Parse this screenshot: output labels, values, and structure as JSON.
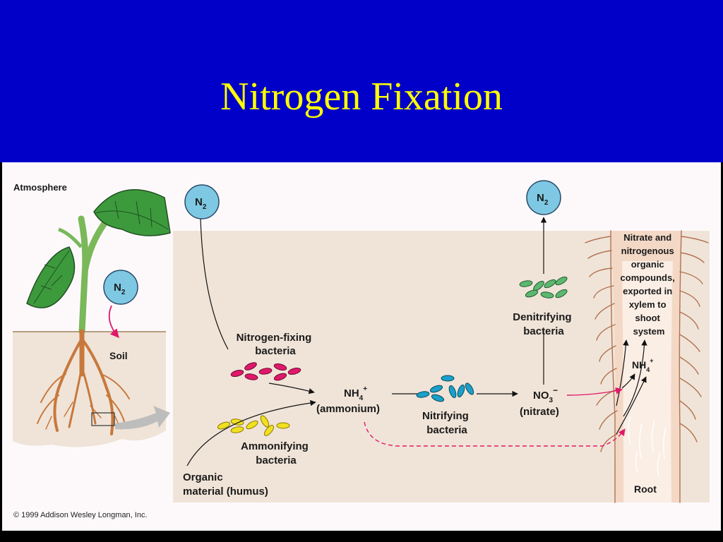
{
  "slide": {
    "title": "Nitrogen Fixation"
  },
  "figure": {
    "atmosphere_label": "Atmosphere",
    "soil_label": "Soil",
    "root_label": "Root",
    "n2_symbol": "N",
    "n2_subscript": "2",
    "nh4_symbol": "NH",
    "nh4_subscript": "4",
    "nh4_charge": "+",
    "ammonium_label": "(ammonium)",
    "no3_symbol": "NO",
    "no3_subscript": "3",
    "no3_charge": "−",
    "nitrate_label": "(nitrate)",
    "nitrogen_fixing_bacteria": [
      "Nitrogen-fixing",
      "bacteria"
    ],
    "ammonifying_bacteria": [
      "Ammonifying",
      "bacteria"
    ],
    "nitrifying_bacteria": [
      "Nitrifying",
      "bacteria"
    ],
    "denitrifying_bacteria": [
      "Denitrifying",
      "bacteria"
    ],
    "organic_material": [
      "Organic",
      "material (humus)"
    ],
    "xylem_export": [
      "Nitrate and",
      "nitrogenous",
      "organic",
      "compounds,",
      "exported in",
      "xylem to",
      "shoot",
      "system"
    ],
    "copyright": "© 1999 Addison Wesley Longman, Inc.",
    "colors": {
      "header_blue": "#0000c8",
      "title_yellow": "#ffff00",
      "soil_tan": "#f0e4d8",
      "n2_circle": "#7ec8e3",
      "nitrogen_fixing": "#e0186a",
      "ammonifying": "#f0e020",
      "nitrifying": "#1aa0c8",
      "denitrifying": "#5cb870",
      "root_brown": "#c8783c",
      "leaf_green": "#3c9a3c"
    }
  }
}
